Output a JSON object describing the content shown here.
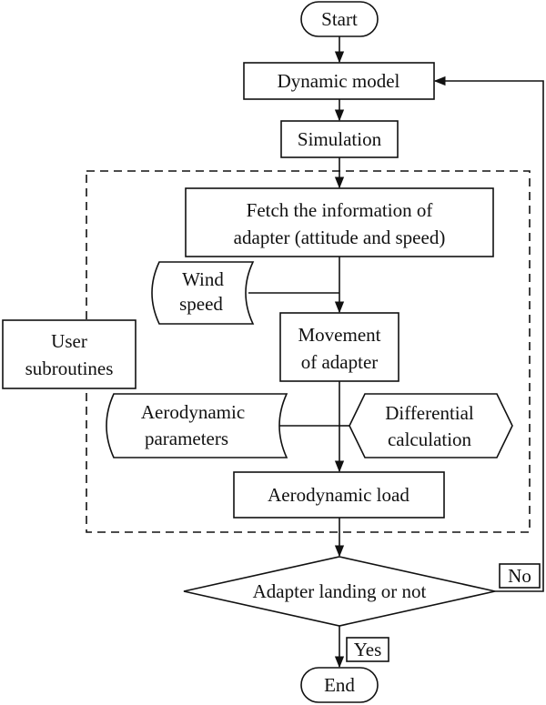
{
  "flowchart": {
    "start": "Start",
    "dynamic_model": "Dynamic model",
    "simulation": "Simulation",
    "fetch_line1": "Fetch the information of",
    "fetch_line2": "adapter (attitude and speed)",
    "wind_line1": "Wind",
    "wind_line2": "speed",
    "movement_line1": "Movement",
    "movement_line2": "of adapter",
    "user_line1": "User",
    "user_line2": "subroutines",
    "aero_params_line1": "Aerodynamic",
    "aero_params_line2": "parameters",
    "differential_line1": "Differential",
    "differential_line2": "calculation",
    "aero_load": "Aerodynamic load",
    "decision": "Adapter landing or not",
    "no_label": "No",
    "yes_label": "Yes",
    "end": "End"
  }
}
